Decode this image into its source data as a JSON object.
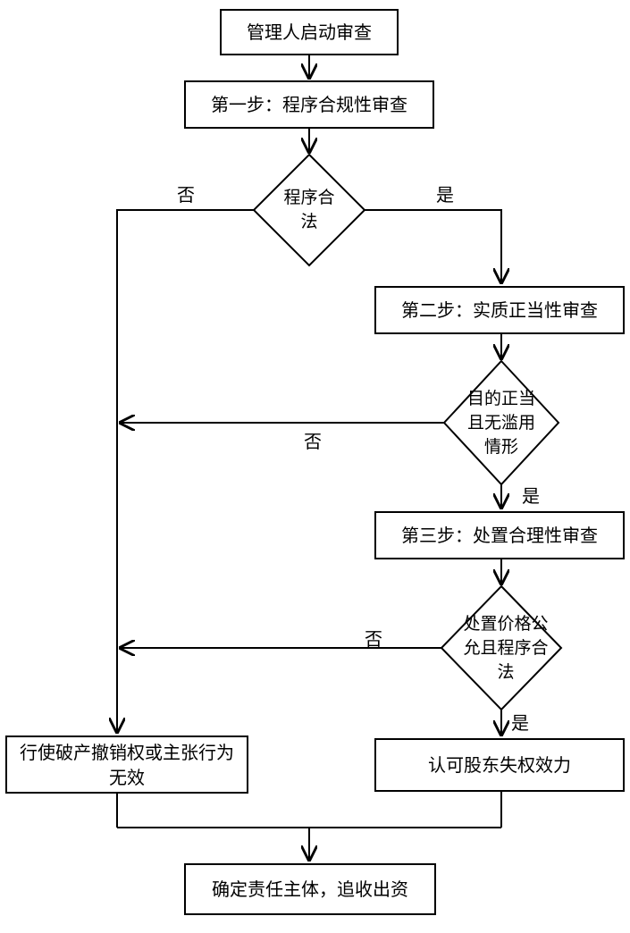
{
  "nodes": {
    "start": "管理人启动审查",
    "step1": "第一步：程序合规性审查",
    "decision1": "程序合法",
    "step2": "第二步：实质正当性审查",
    "decision2": "目的正当且无滥用情形",
    "step3": "第三步：处置合理性审查",
    "decision3": "处置价格公允且程序合法",
    "reject": "行使破产撤销权或主张行为无效",
    "approve": "认可股东失权效力",
    "end": "确定责任主体，追收出资"
  },
  "edges": {
    "d1_no": "否",
    "d1_yes": "是",
    "d2_no": "否",
    "d2_yes": "是",
    "d3_no": "否",
    "d3_yes": "是"
  }
}
